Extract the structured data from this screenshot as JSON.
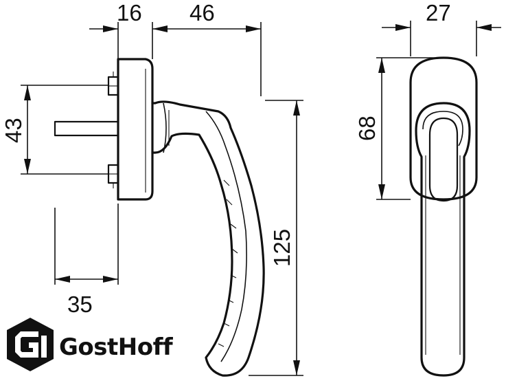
{
  "dimensions": {
    "rose_thickness": "16",
    "handle_projection": "46",
    "rose_width": "27",
    "screw_spacing": "43",
    "rose_height": "68",
    "handle_length": "125",
    "spindle_length": "35"
  },
  "brand": {
    "name": "GostHoff",
    "logo_letter": "G"
  },
  "colors": {
    "line": "#111111",
    "background": "#ffffff"
  }
}
